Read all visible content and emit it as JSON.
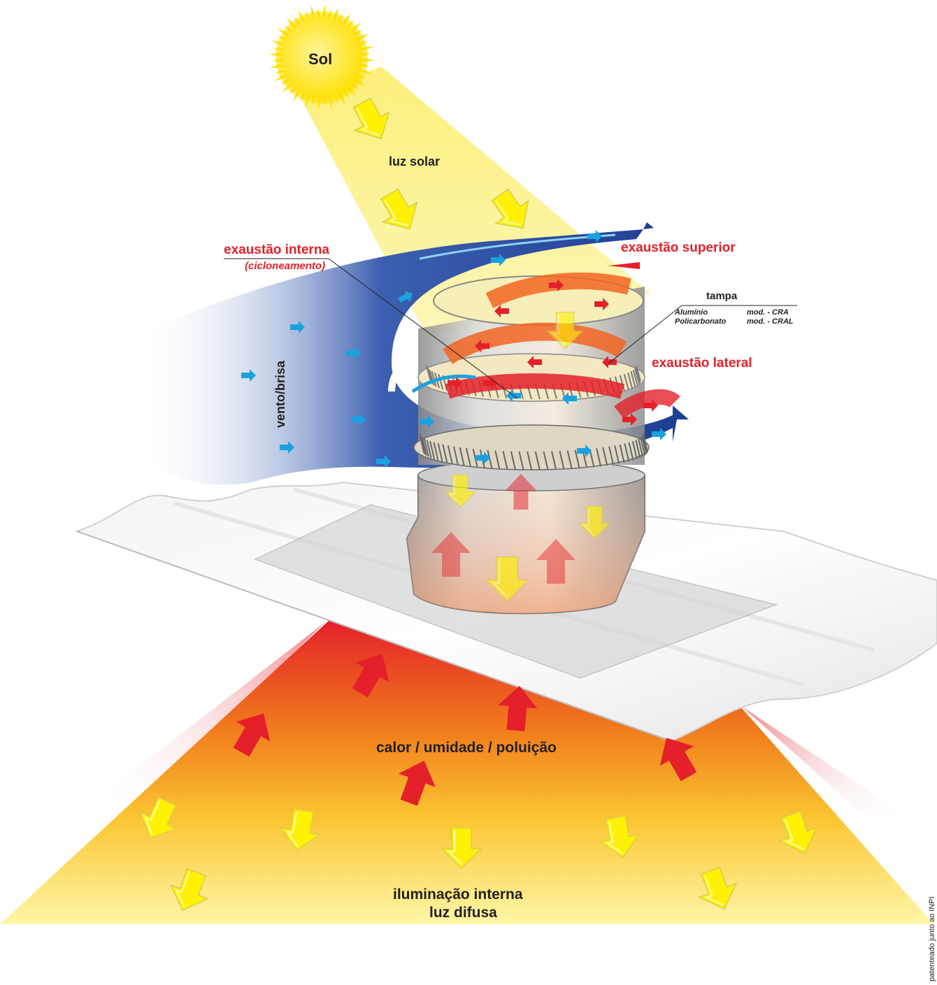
{
  "labels": {
    "sol": "Sol",
    "luz_solar": "luz solar",
    "exaustao_interna": "exaustão interna",
    "cicloneamento": "(cicloneamento)",
    "exaustao_superior": "exaustão superior",
    "tampa": "tampa",
    "tampa_row1_material": "Alumínio",
    "tampa_row1_model": "mod. - CRA",
    "tampa_row2_material": "Policarbonato",
    "tampa_row2_model": "mod. - CRAL",
    "exaustao_lateral": "exaustão lateral",
    "vento_brisa": "vento/brisa",
    "calor": "calor / umidade / poluição",
    "iluminacao_1": "iluminação interna",
    "iluminacao_2": "luz difusa",
    "side_note": "patenteado junto ao INPI"
  },
  "colors": {
    "sun": "#ffe000",
    "sun_beam": "#fbf39a",
    "wind": "#1f3f93",
    "wind_arrow": "#1aa2e0",
    "hot_arrow": "#e4202a",
    "light_arrow": "#fff200",
    "heat_top": "#e4202a",
    "heat_mid": "#f39200",
    "heat_bottom": "#fff7a8",
    "label_red": "#e4202a",
    "label_dark": "#231f20"
  },
  "icons": [
    "sun-icon",
    "light-arrow-icon",
    "heat-arrow-icon",
    "wind-arrow-icon",
    "turbine-ventilator-icon",
    "roof-sheet-icon"
  ]
}
